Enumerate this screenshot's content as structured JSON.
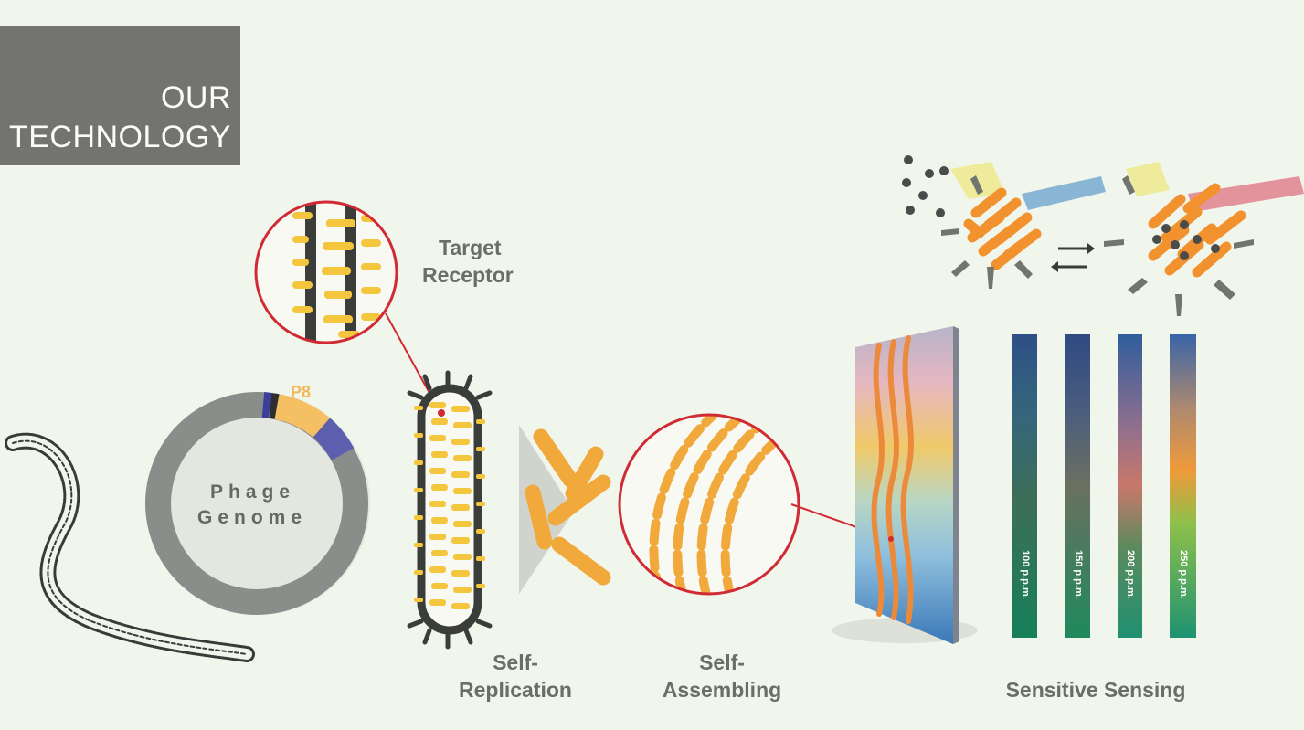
{
  "header": {
    "title_line1": "OUR",
    "title_line2": "TECHNOLOGY"
  },
  "labels": {
    "target_receptor_line1": "Target",
    "target_receptor_line2": "Receptor",
    "p8": "P8",
    "genome_line1": "Phage",
    "genome_line2": "Genome",
    "self_replication_line1": "Self-",
    "self_replication_line2": "Replication",
    "self_assembling_line1": "Self-",
    "self_assembling_line2": "Assembling",
    "sensitive_sensing": "Sensitive Sensing"
  },
  "strips": [
    {
      "label": "100 p.p.m."
    },
    {
      "label": "150 p.p.m."
    },
    {
      "label": "200 p.p.m."
    },
    {
      "label": "250 p.p.m."
    }
  ],
  "colors": {
    "background": "#f1f6ec",
    "title_box": "#737470",
    "accent_red": "#d02a34",
    "phage_yellow": "#f4c63d",
    "phage_orange": "#f2a93b",
    "genome_grey": "#8a8d89"
  }
}
